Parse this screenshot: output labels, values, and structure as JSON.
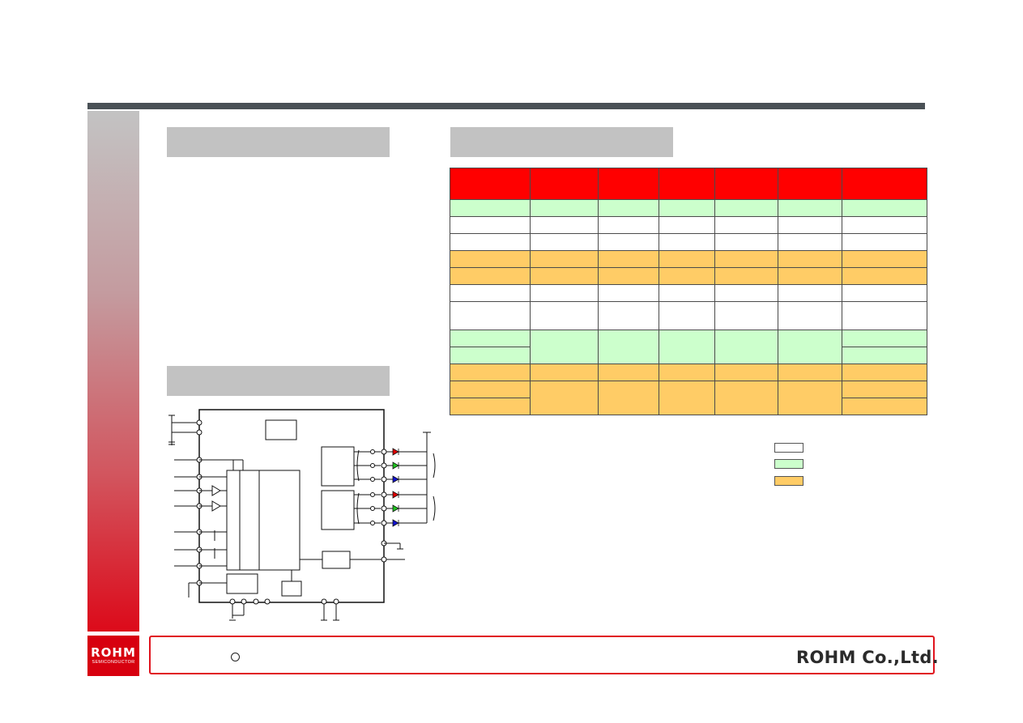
{
  "brand": {
    "logo_text": "ROHM",
    "logo_subtext": "SEMICONDUCTOR",
    "company_name": "ROHM Co.,Ltd."
  },
  "footer": {
    "copyright_symbol_icon": "copyright-circle-icon"
  },
  "colors": {
    "top_bar": "#4a5156",
    "table_header": "#ff0000",
    "row_green": "#ccffcc",
    "row_orange": "#ffcc66",
    "row_white": "#ffffff",
    "accent_red": "#e0141e",
    "panel_gray": "#c2c2c2"
  },
  "legend": {
    "items": [
      {
        "color": "#ffffff"
      },
      {
        "color": "#ccffcc"
      },
      {
        "color": "#ffcc66"
      }
    ]
  }
}
